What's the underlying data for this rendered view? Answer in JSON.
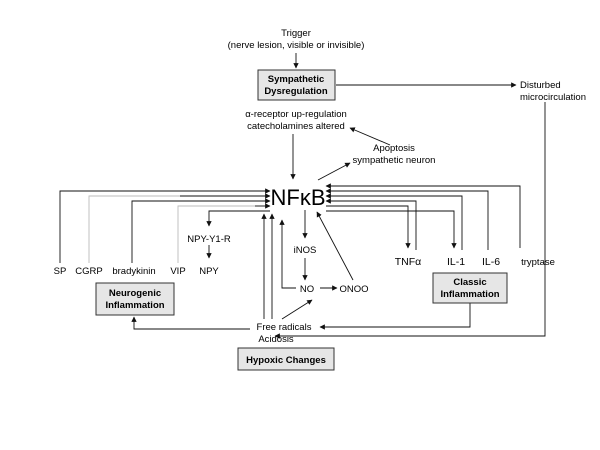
{
  "trigger": {
    "title": "Trigger",
    "subtitle": "(nerve lesion, visible or invisible)"
  },
  "boxes": {
    "sympathetic": [
      "Sympathetic",
      "Dysregulation"
    ],
    "neurogenic": [
      "Neurogenic",
      "Inflammation"
    ],
    "classic": [
      "Classic",
      "Inflammation"
    ],
    "hypoxic": "Hypoxic Changes"
  },
  "disturbed": [
    "Disturbed",
    "microcirculation"
  ],
  "alpha_receptor": [
    "α-receptor up-regulation",
    "catecholamines altered"
  ],
  "apoptosis": [
    "Apoptosis",
    "sympathetic neuron"
  ],
  "nfkb": {
    "prefix": "NF",
    "kappa": "κ",
    "suffix": "B"
  },
  "neuropeptides": [
    "SP",
    "CGRP",
    "bradykinin",
    "VIP",
    "NPY"
  ],
  "npy_receptor": "NPY-Y1-R",
  "inos": "iNOS",
  "no": "NO",
  "onoo": "ONOO",
  "cytokines": {
    "tnf_prefix": "TNF",
    "tnf_alpha": "α",
    "il1": "IL-1",
    "il6": "IL-6",
    "tryptase": "tryptase"
  },
  "free_radicals": [
    "Free radicals",
    "Acidosis"
  ]
}
